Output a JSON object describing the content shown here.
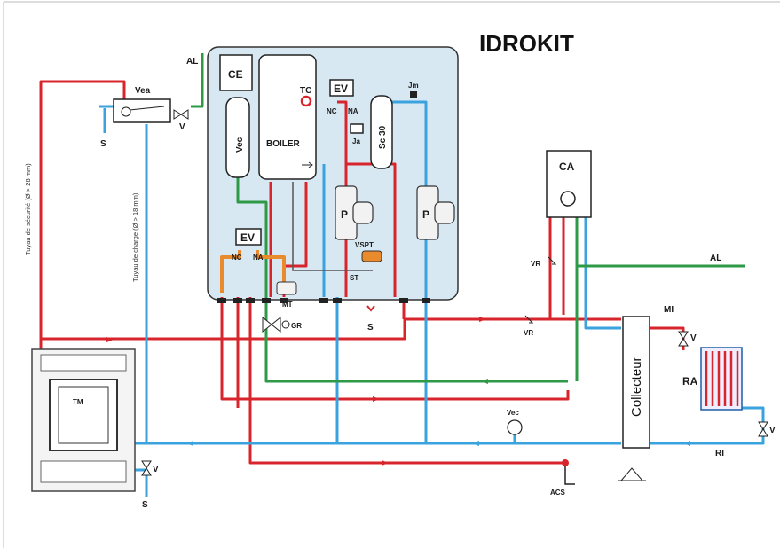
{
  "title": "IDROKIT",
  "labels": {
    "ce": "CE",
    "boiler": "BOILER",
    "vec_tank": "Vec",
    "tc": "TC",
    "ev_top": "EV",
    "nc_top": "NC",
    "na_top": "NA",
    "ja": "Ja",
    "jm": "Jm",
    "sc30": "Sc 30",
    "ev_bottom": "EV",
    "nc_bottom": "NC",
    "na_bottom": "NA",
    "mt": "MT",
    "gr": "GR",
    "vspt": "VSPT",
    "st": "ST",
    "s_center": "S",
    "pump_left": "P",
    "pump_right": "P",
    "ca": "CA",
    "vr_top": "VR",
    "vr_bottom": "VR",
    "al_left": "AL",
    "al_right": "AL",
    "vea": "Vea",
    "v_top": "V",
    "s_top": "S",
    "tm": "TM",
    "v_bottom": "V",
    "s_bottom": "S",
    "collecteur": "Collecteur",
    "mi": "MI",
    "v_right": "V",
    "ra": "RA",
    "v_ri": "V",
    "ri": "RI",
    "vec_bottom": "Vec",
    "acs": "ACS",
    "pipe_security": "Tuyau de sécurité (Ø > 28 mm)",
    "pipe_charge": "Tuyau de charge (Ø > 18 mm)"
  },
  "colors": {
    "hot": "#d8252c",
    "cold": "#3aa2dc",
    "green": "#2e9a47",
    "orange": "#e98a2c",
    "panel": "#d8e8f3"
  }
}
